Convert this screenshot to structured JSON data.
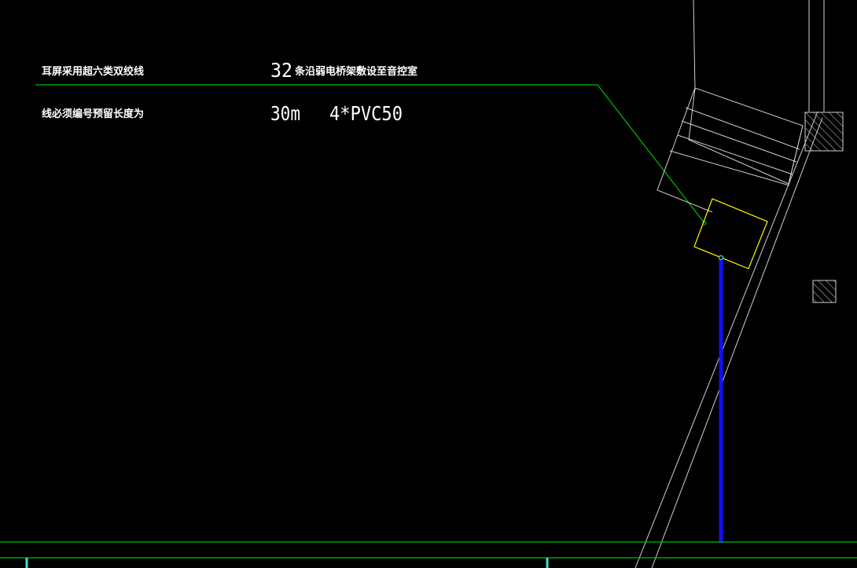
{
  "annotation": {
    "line1_left": "耳屏采用超六类双绞线",
    "line1_count": "32",
    "line1_right": "条沿弱电桥架敷设至音控室",
    "line2_left": "线必须编号预留长度为",
    "line2_length": "30m",
    "line2_conduit": "4*PVC50"
  },
  "colors": {
    "background": "#000000",
    "leader": "#00c000",
    "structure": "#d0d0d0",
    "box": "#ffff00",
    "riser": "#1010ff",
    "marker": "#40e0d0"
  }
}
